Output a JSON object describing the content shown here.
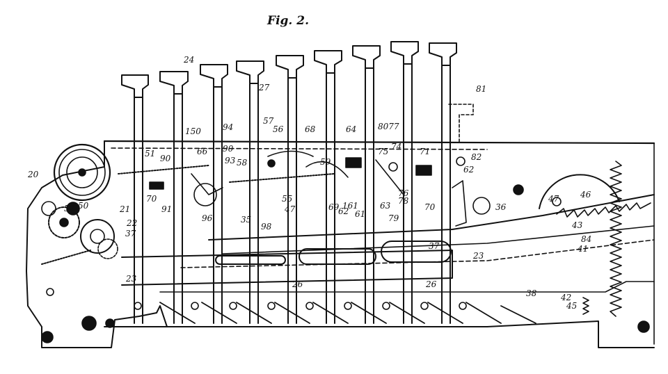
{
  "figure": {
    "title": "Fig. 2."
  },
  "colors": {
    "ink": "#111111",
    "paper": "#ffffff"
  },
  "keys": [
    {
      "id": "key-1"
    },
    {
      "id": "key-2"
    },
    {
      "id": "key-3"
    },
    {
      "id": "key-4"
    },
    {
      "id": "key-5"
    },
    {
      "id": "key-6"
    },
    {
      "id": "key-7"
    },
    {
      "id": "key-8"
    },
    {
      "id": "key-9"
    }
  ],
  "labels": [
    {
      "text": "24"
    },
    {
      "text": "27"
    },
    {
      "text": "81"
    },
    {
      "text": "20"
    },
    {
      "text": "51"
    },
    {
      "text": "90"
    },
    {
      "text": "150"
    },
    {
      "text": "66"
    },
    {
      "text": "94"
    },
    {
      "text": "90"
    },
    {
      "text": "93"
    },
    {
      "text": "58"
    },
    {
      "text": "57"
    },
    {
      "text": "56"
    },
    {
      "text": "68"
    },
    {
      "text": "59"
    },
    {
      "text": "64"
    },
    {
      "text": "8077"
    },
    {
      "text": "75"
    },
    {
      "text": "74"
    },
    {
      "text": "71"
    },
    {
      "text": "82"
    },
    {
      "text": "62"
    },
    {
      "text": "46"
    },
    {
      "text": "47"
    },
    {
      "text": "70"
    },
    {
      "text": "50"
    },
    {
      "text": "21"
    },
    {
      "text": "22"
    },
    {
      "text": "37"
    },
    {
      "text": "96"
    },
    {
      "text": "91"
    },
    {
      "text": "35"
    },
    {
      "text": "98"
    },
    {
      "text": "55"
    },
    {
      "text": "47"
    },
    {
      "text": "69"
    },
    {
      "text": "161"
    },
    {
      "text": "62"
    },
    {
      "text": "61"
    },
    {
      "text": "63"
    },
    {
      "text": "76"
    },
    {
      "text": "78"
    },
    {
      "text": "79"
    },
    {
      "text": "70"
    },
    {
      "text": "36"
    },
    {
      "text": "43"
    },
    {
      "text": "84"
    },
    {
      "text": "41"
    },
    {
      "text": "37"
    },
    {
      "text": "23"
    },
    {
      "text": "23"
    },
    {
      "text": "26"
    },
    {
      "text": "26"
    },
    {
      "text": "38"
    },
    {
      "text": "42"
    },
    {
      "text": "45"
    },
    {
      "text": "52"
    }
  ]
}
